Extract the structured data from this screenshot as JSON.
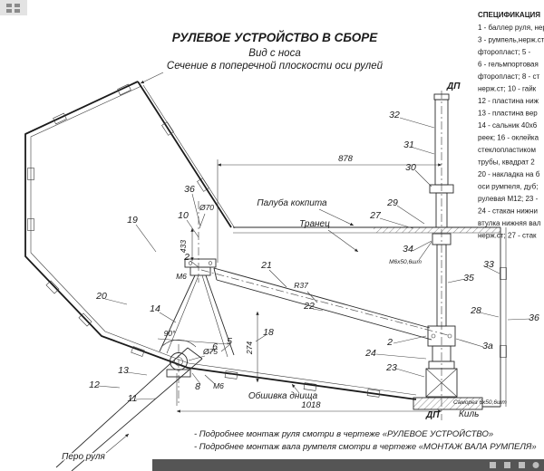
{
  "colors": {
    "paper": "#ffffff",
    "ink": "#1b1b1b",
    "toolbar": "#555555"
  },
  "title": {
    "main": "РУЛЕВОЕ УСТРОЙСТВО В СБОРЕ",
    "sub1": "Вид с носа",
    "sub2": "Сечение в поперечной плоскости оси рулей"
  },
  "spec": {
    "header": "СПЕЦИФИКАЦИЯ",
    "lines": [
      "1 - баллер руля, нерж",
      "3 - румпель,нерж.ст",
      "фторопласт; 5 -",
      "6 - гельмпортовая",
      "фторопласт; 8 - ст",
      "нерж.ст; 10 - гайк",
      "12 - пластина ниж",
      "13 - пластина вер",
      "14 - сальник 40х6",
      "реек; 16 - оклейка",
      "стеклопластиком",
      "трубы, квадрат 2",
      "20 - накладка на б",
      "оси румпеля, дуб;",
      "рулевая М12; 23 -",
      "24 - стакан нижни",
      "втулка нижняя вал",
      "нерж.ст; 27 - стак"
    ]
  },
  "labels": {
    "dp_top": "ДП",
    "dp_bottom": "ДП",
    "cockpit_deck": "Палуба кокпита",
    "transom": "Транец",
    "bottom_plating": "Обшивка днища",
    "keel": "Киль",
    "rudder_blade": "Перо руля"
  },
  "dimensions": {
    "w878": "878",
    "w1018": "1018",
    "h433": "433",
    "h274": "274",
    "angle": "90°",
    "dia70": "Ø70",
    "dia75": "Ø75",
    "m6_left": "M6",
    "m6_bottom": "M6",
    "bolt": "М6х50,6шт",
    "screw": "Саморез 6х50,6шт",
    "radius": "R37"
  },
  "callouts": {
    "c2a": "2",
    "c2b": "2",
    "c3a": "3а",
    "c5": "5",
    "c6": "6",
    "c8": "8",
    "c10": "10",
    "c11": "11",
    "c12": "12",
    "c13": "13",
    "c14": "14",
    "c18": "18",
    "c19": "19",
    "c20": "20",
    "c21": "21",
    "c22": "22",
    "c23": "23",
    "c24": "24",
    "c27": "27",
    "c28": "28",
    "c29": "29",
    "c30": "30",
    "c31": "31",
    "c32": "32",
    "c33": "33",
    "c34": "34",
    "c35": "35",
    "c36a": "36",
    "c36b": "36"
  },
  "notes": {
    "n1": "- Подробнее монтаж руля смотри в чертеже «РУЛЕВОЕ УСТРОЙСТВО»",
    "n2": "- Подробнее монтаж вала румпеля смотри в чертеже «МОНТАЖ ВАЛА РУМПЕЛЯ»"
  }
}
